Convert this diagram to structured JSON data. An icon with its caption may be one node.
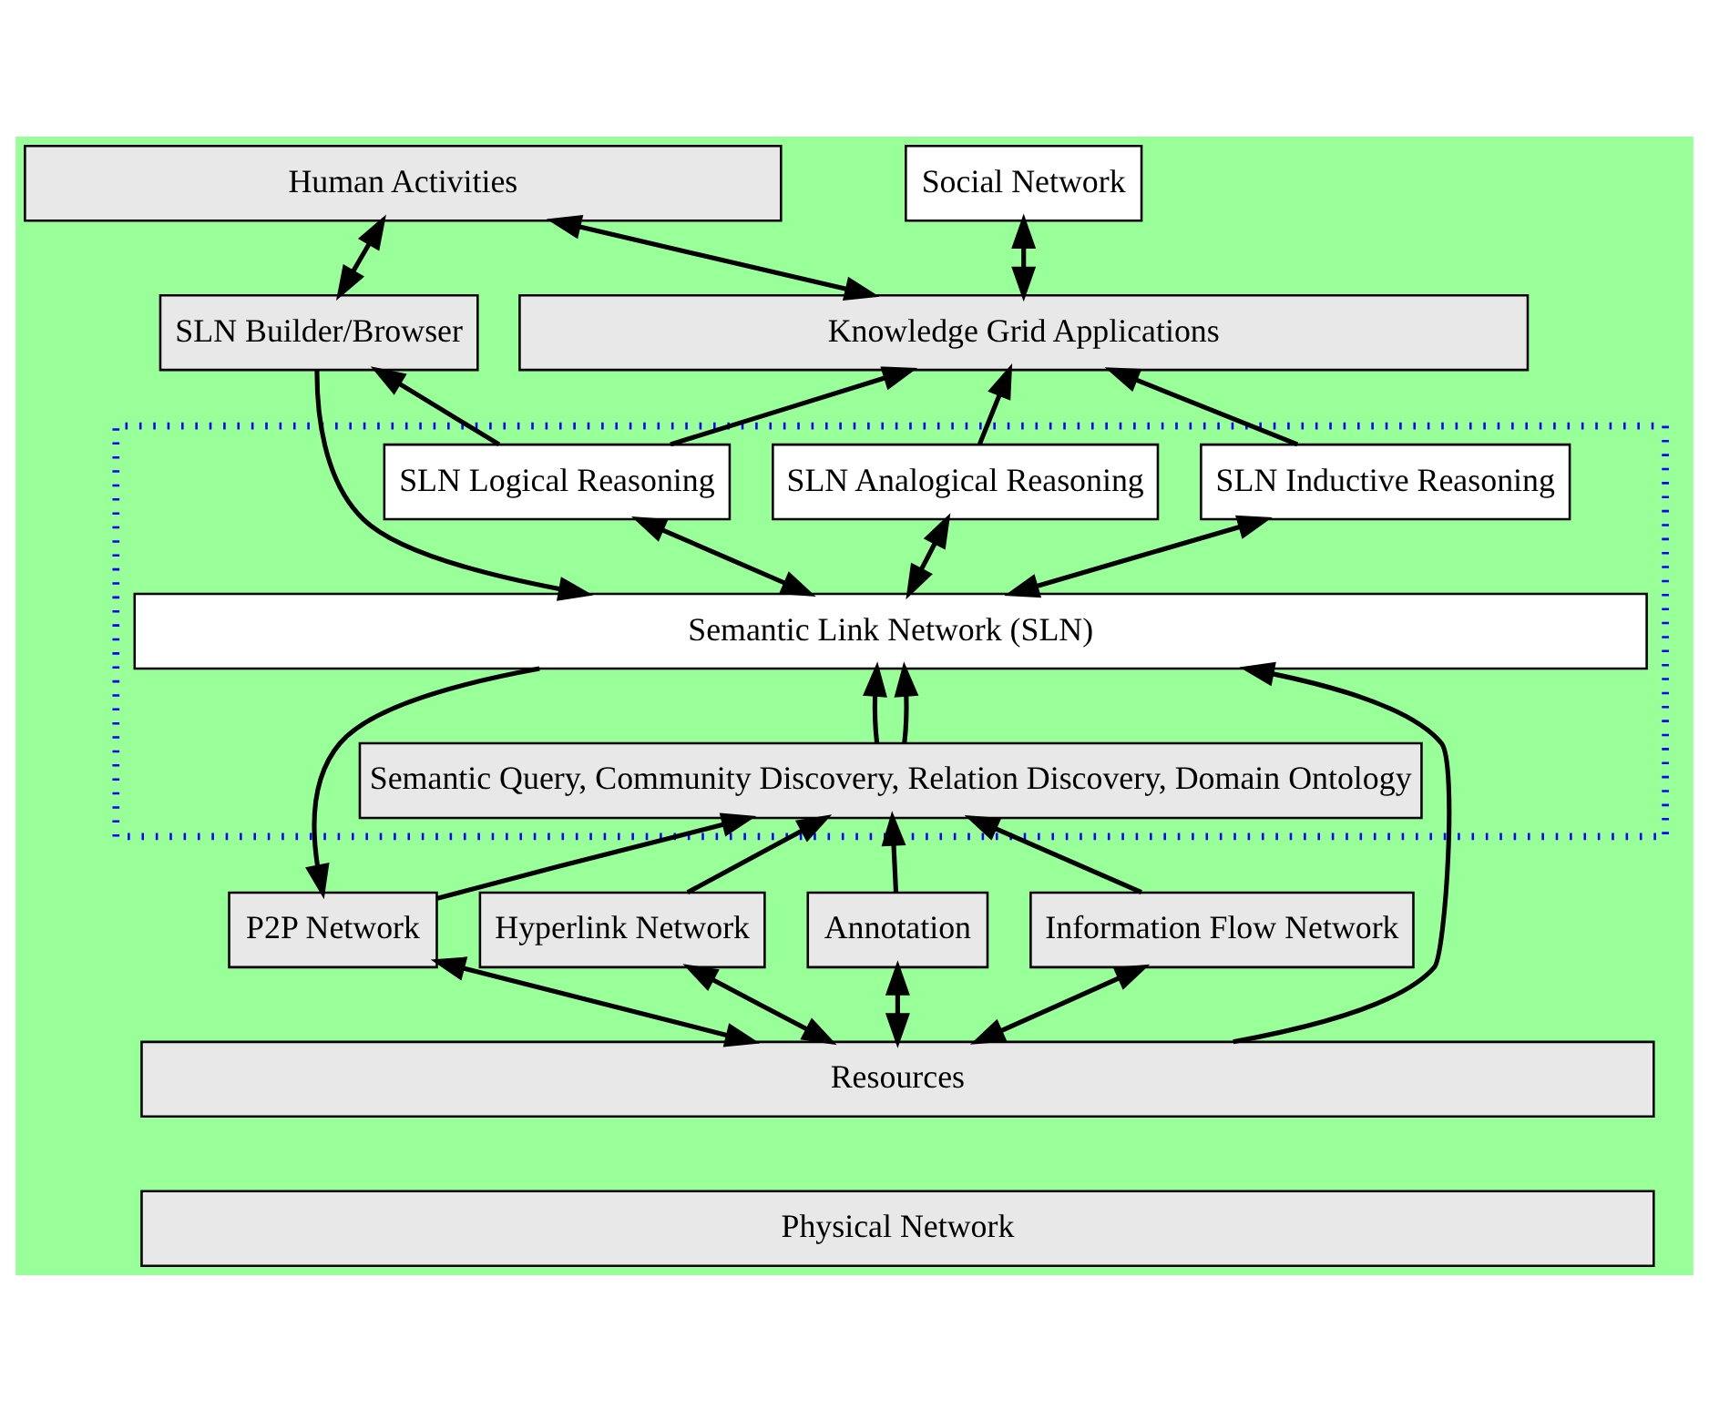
{
  "diagram": {
    "nodes": [
      {
        "text": [
          "Human Activities"
        ]
      },
      {
        "text": [
          "Social Network"
        ]
      },
      {
        "text": [
          "SLN Builder/Browser"
        ]
      },
      {
        "text": [
          "Knowledge Grid Applications"
        ]
      },
      {
        "text": [],
        "shape": "box"
      },
      {
        "text": [
          "SLN Logical Reasoning"
        ],
        "in": 4
      },
      {
        "text": [
          "SLN Analogical Reasoning"
        ],
        "in": 4
      },
      {
        "text": [
          "SLN Inductive Reasoning"
        ],
        "in": 4
      },
      {
        "text": [
          "Semantic Link Network (SLN)"
        ],
        "in": 4
      },
      {
        "text": [
          "Semantic Query, Community Discovery, Relation Discovery, Domain Ontology"
        ],
        "in": 4
      },
      {
        "text": [
          "P2P Network"
        ]
      },
      {
        "text": [
          "Annotation"
        ]
      },
      {
        "text": [
          "Information Flow Network"
        ]
      },
      {
        "text": [
          "Hyperlink Network"
        ]
      },
      {
        "text": [
          "Resources"
        ]
      },
      {
        "text": [
          "Physical Network"
        ]
      }
    ],
    "edges": [
      {
        "from": 0,
        "to": 2,
        "arrow": "both"
      },
      {
        "from": 0,
        "to": 3,
        "arrow": "both"
      },
      {
        "from": 1,
        "to": 3,
        "arrow": "both"
      },
      {
        "from": 2,
        "to": 8,
        "arrow": "to"
      },
      {
        "from": 5,
        "to": 2,
        "arrow": "to"
      },
      {
        "from": 5,
        "to": 3,
        "arrow": "to"
      },
      {
        "from": 6,
        "to": 3,
        "arrow": "to"
      },
      {
        "from": 7,
        "to": 3,
        "arrow": "to"
      },
      {
        "from": 5,
        "to": 8,
        "arrow": "both"
      },
      {
        "from": 6,
        "to": 8,
        "arrow": "both"
      },
      {
        "from": 7,
        "to": 8,
        "arrow": "both"
      },
      {
        "from": 8,
        "to": 10,
        "arrow": "to"
      },
      {
        "from": 9,
        "to": 8,
        "arrow": "to"
      },
      {
        "from": 9,
        "to": 8,
        "arrow": "to"
      },
      {
        "from": 10,
        "to": 9,
        "arrow": "to"
      },
      {
        "from": 11,
        "to": 9,
        "arrow": "to"
      },
      {
        "from": 12,
        "to": 9,
        "arrow": "to"
      },
      {
        "from": 13,
        "to": 9,
        "arrow": "to"
      },
      {
        "from": 10,
        "to": 14,
        "arrow": "both"
      },
      {
        "from": 11,
        "to": 14,
        "arrow": "both"
      },
      {
        "from": 12,
        "to": 14,
        "arrow": "both"
      },
      {
        "from": 13,
        "to": 14,
        "arrow": "both"
      },
      {
        "from": 14,
        "to": 8,
        "arrow": "to"
      }
    ]
  }
}
